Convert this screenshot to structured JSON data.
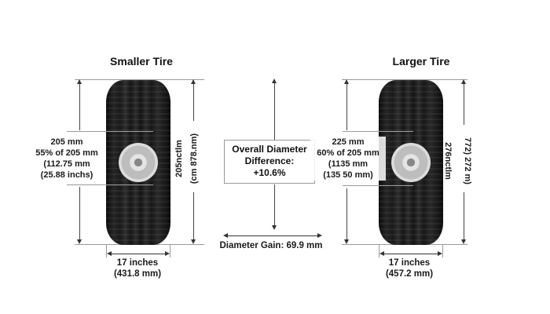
{
  "smaller_tire": {
    "title": "Smaller Tire",
    "section_width_lines": [
      "205 mm",
      "55% of 205 mm",
      "(112.75 mm",
      "(25.88 inchs)"
    ],
    "sidewall_label": "205nctlm",
    "diameter_label": "(cm 878.nm)",
    "rim_lines": [
      "17 inches",
      "(431.8 mm)"
    ]
  },
  "larger_tire": {
    "title": "Larger Tire",
    "section_width_lines": [
      "225 mm",
      "60% of 205 mm",
      "(1135 mm",
      "(135 50 mm)"
    ],
    "sidewall_label": "276nctlm",
    "diameter_label": "772) 272 m)",
    "rim_lines": [
      "17 inches",
      "(457.2 mm)"
    ]
  },
  "comparison": {
    "diff_lines": [
      "Overall Diameter",
      "Difference:",
      "+10.6%"
    ],
    "gain_label": "Diameter Gain: 69.9 mm"
  },
  "colors": {
    "tire": "#1a1a1a",
    "rim": "#d0d0d0",
    "guide_line": "#9a9a9a",
    "text": "#111111"
  }
}
